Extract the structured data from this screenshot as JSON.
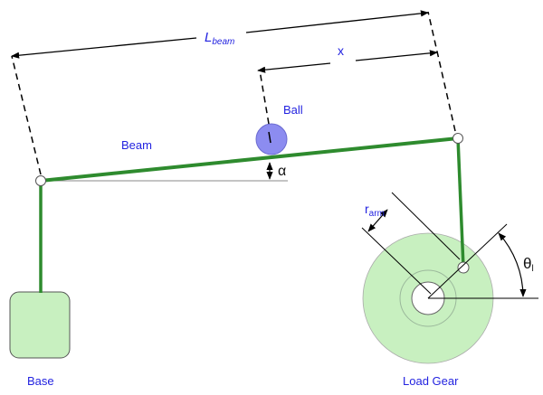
{
  "diagram": {
    "labels": {
      "beam_length": {
        "main": "L",
        "sub": "beam"
      },
      "ball_position": "x",
      "ball": "Ball",
      "beam": "Beam",
      "beam_angle": "α",
      "arm_radius": {
        "main": "r",
        "sub": "arm"
      },
      "gear_angle": {
        "main": "θ",
        "sub": "l"
      },
      "base": "Base",
      "load_gear": "Load Gear"
    },
    "colors": {
      "beam": "#2e8b2e",
      "ball": "#8c8cf0",
      "gear": "#c8f0c0",
      "base": "#c8f0c0",
      "label_blue": "#2323e0"
    }
  }
}
